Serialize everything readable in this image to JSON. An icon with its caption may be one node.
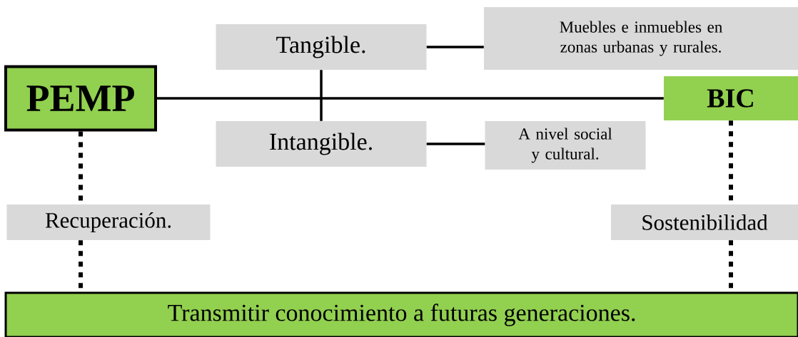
{
  "diagram": {
    "nodes": [
      {
        "text": [
          "PEMP"
        ]
      },
      {
        "text": [
          "Tangible."
        ]
      },
      {
        "text": [
          "Muebles e inmuebles en zonas urbanas y rurales."
        ]
      },
      {
        "text": [
          "BIC"
        ]
      },
      {
        "text": [
          "Intangible."
        ]
      },
      {
        "text": [
          "A nivel social y cultural."
        ]
      },
      {
        "text": [
          "Recuperación."
        ]
      },
      {
        "text": [
          "Sostenibilidad"
        ]
      },
      {
        "text": [
          "Transmitir conocimiento a futuras generaciones."
        ]
      }
    ],
    "edges": [
      {
        "from": 0,
        "to": 3,
        "arrow": "none"
      },
      {
        "from": 1,
        "to": 4,
        "arrow": "none"
      },
      {
        "from": 1,
        "to": 2,
        "arrow": "none"
      },
      {
        "from": 4,
        "to": 5,
        "arrow": "none"
      },
      {
        "from": 0,
        "to": 6,
        "arrow": "none",
        "style": "dashed"
      },
      {
        "from": 6,
        "to": 8,
        "arrow": "none",
        "style": "dashed"
      },
      {
        "from": 3,
        "to": 7,
        "arrow": "none",
        "style": "dashed"
      },
      {
        "from": 7,
        "to": 8,
        "arrow": "none",
        "style": "dashed"
      }
    ]
  }
}
